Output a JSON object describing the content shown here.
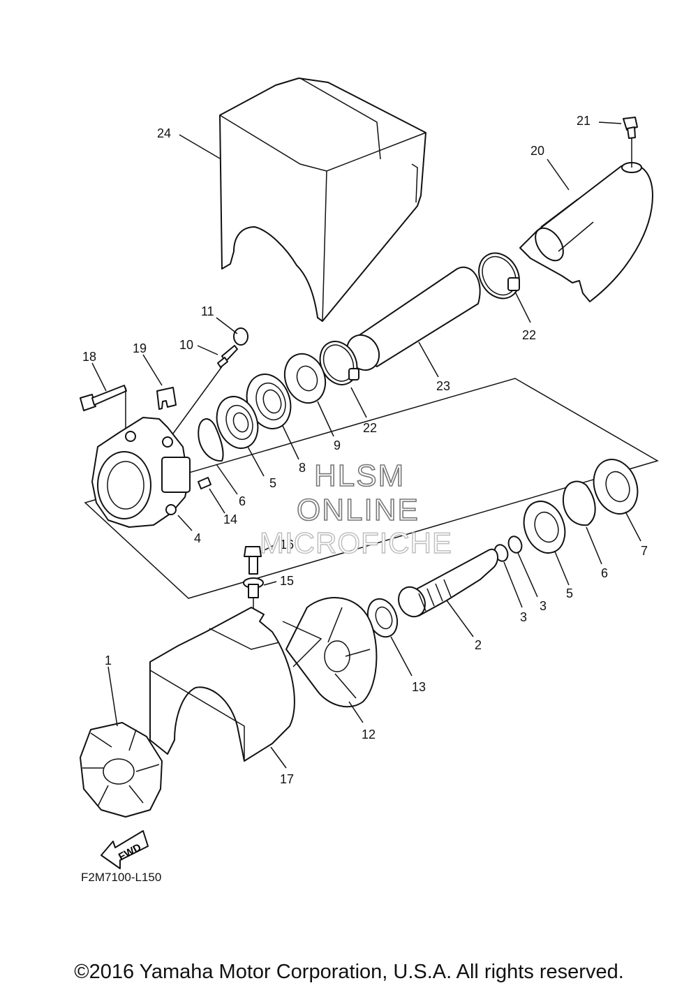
{
  "diagram": {
    "callouts": [
      {
        "id": "c1",
        "text": "1"
      },
      {
        "id": "c2",
        "text": "2"
      },
      {
        "id": "c3a",
        "text": "3"
      },
      {
        "id": "c3b",
        "text": "3"
      },
      {
        "id": "c4",
        "text": "4"
      },
      {
        "id": "c5a",
        "text": "5"
      },
      {
        "id": "c5b",
        "text": "5"
      },
      {
        "id": "c6a",
        "text": "6"
      },
      {
        "id": "c6b",
        "text": "6"
      },
      {
        "id": "c7",
        "text": "7"
      },
      {
        "id": "c8",
        "text": "8"
      },
      {
        "id": "c9",
        "text": "9"
      },
      {
        "id": "c10",
        "text": "10"
      },
      {
        "id": "c11",
        "text": "11"
      },
      {
        "id": "c12",
        "text": "12"
      },
      {
        "id": "c13",
        "text": "13"
      },
      {
        "id": "c14",
        "text": "14"
      },
      {
        "id": "c15",
        "text": "15"
      },
      {
        "id": "c16",
        "text": "16"
      },
      {
        "id": "c17",
        "text": "17"
      },
      {
        "id": "c18",
        "text": "18"
      },
      {
        "id": "c19",
        "text": "19"
      },
      {
        "id": "c20",
        "text": "20"
      },
      {
        "id": "c21",
        "text": "21"
      },
      {
        "id": "c22a",
        "text": "22"
      },
      {
        "id": "c22b",
        "text": "22"
      },
      {
        "id": "c23",
        "text": "23"
      },
      {
        "id": "c24",
        "text": "24"
      }
    ],
    "fwd_label": "FWD",
    "drawing_code": "F2M7100-L150"
  },
  "watermark": {
    "line1": "HLSM",
    "line2": "ONLINE",
    "line3": "MICROFICHE"
  },
  "footer": {
    "copyright": "©2016 Yamaha Motor Corporation, U.S.A. All rights reserved."
  }
}
